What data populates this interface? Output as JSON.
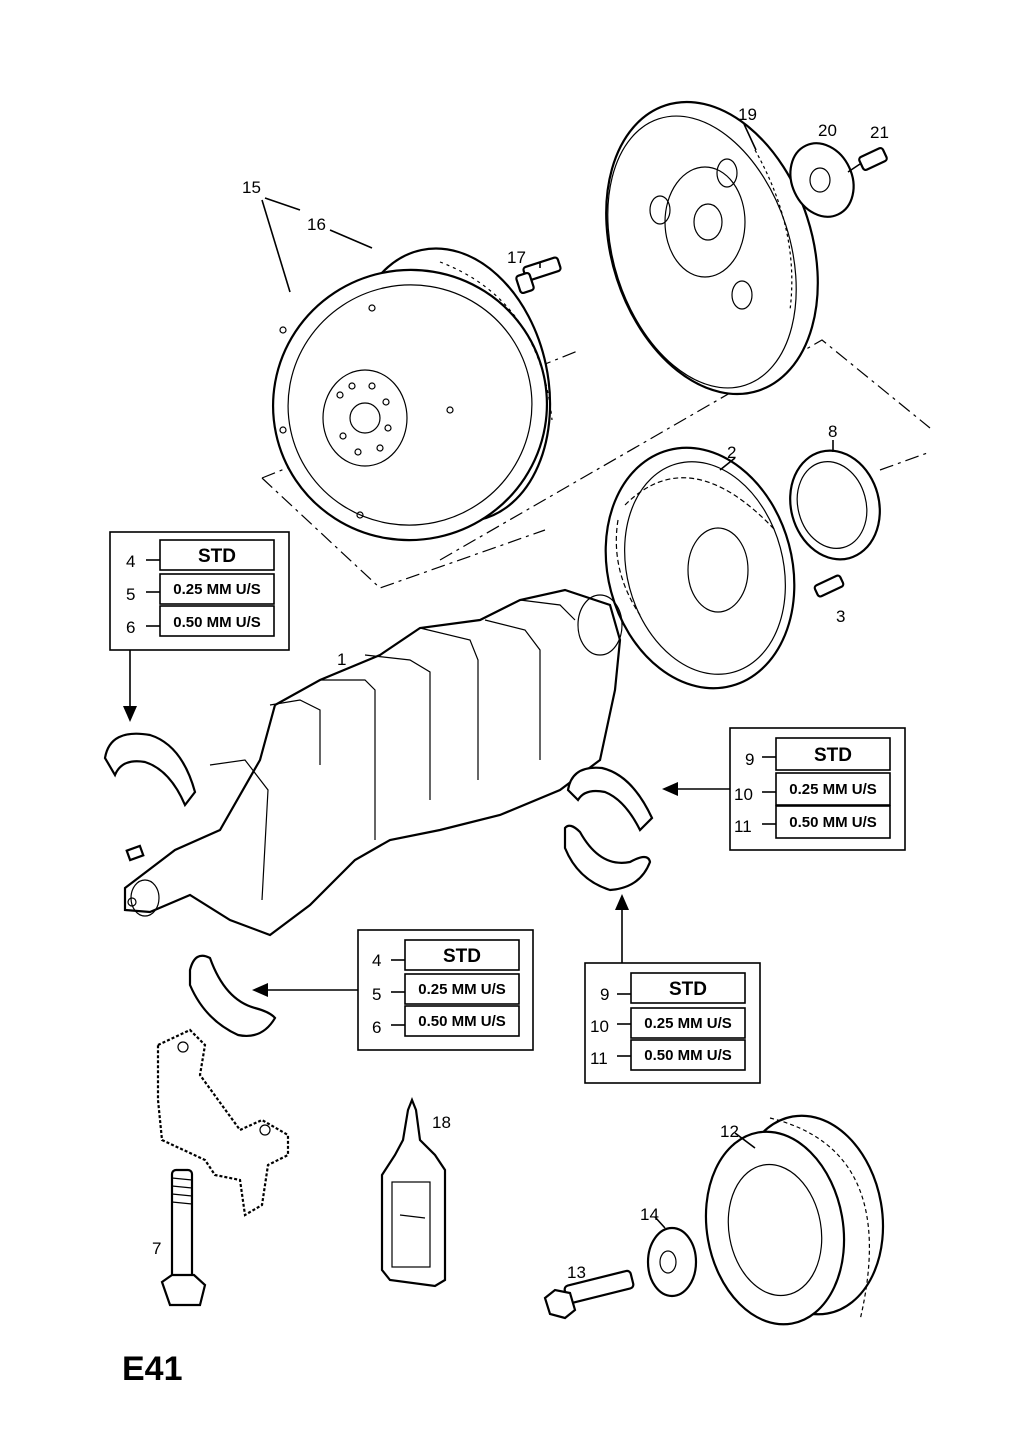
{
  "figure_code": "E41",
  "callouts": {
    "c1": "1",
    "c2": "2",
    "c3": "3",
    "c7": "7",
    "c8": "8",
    "c12": "12",
    "c13": "13",
    "c14": "14",
    "c15": "15",
    "c16": "16",
    "c17": "17",
    "c18": "18",
    "c19": "19",
    "c20": "20",
    "c21": "21"
  },
  "boxes": {
    "main_bearing_upper": {
      "rows": [
        {
          "num": "4",
          "label": "STD"
        },
        {
          "num": "5",
          "label": "0.25 MM U/S"
        },
        {
          "num": "6",
          "label": "0.50 MM U/S"
        }
      ]
    },
    "main_bearing_lower": {
      "rows": [
        {
          "num": "4",
          "label": "STD"
        },
        {
          "num": "5",
          "label": "0.25 MM U/S"
        },
        {
          "num": "6",
          "label": "0.50 MM U/S"
        }
      ]
    },
    "thrust_bearing_upper": {
      "rows": [
        {
          "num": "9",
          "label": "STD"
        },
        {
          "num": "10",
          "label": "0.25 MM U/S"
        },
        {
          "num": "11",
          "label": "0.50 MM U/S"
        }
      ]
    },
    "thrust_bearing_lower": {
      "rows": [
        {
          "num": "9",
          "label": "STD"
        },
        {
          "num": "10",
          "label": "0.25 MM U/S"
        },
        {
          "num": "11",
          "label": "0.50 MM U/S"
        }
      ]
    }
  }
}
